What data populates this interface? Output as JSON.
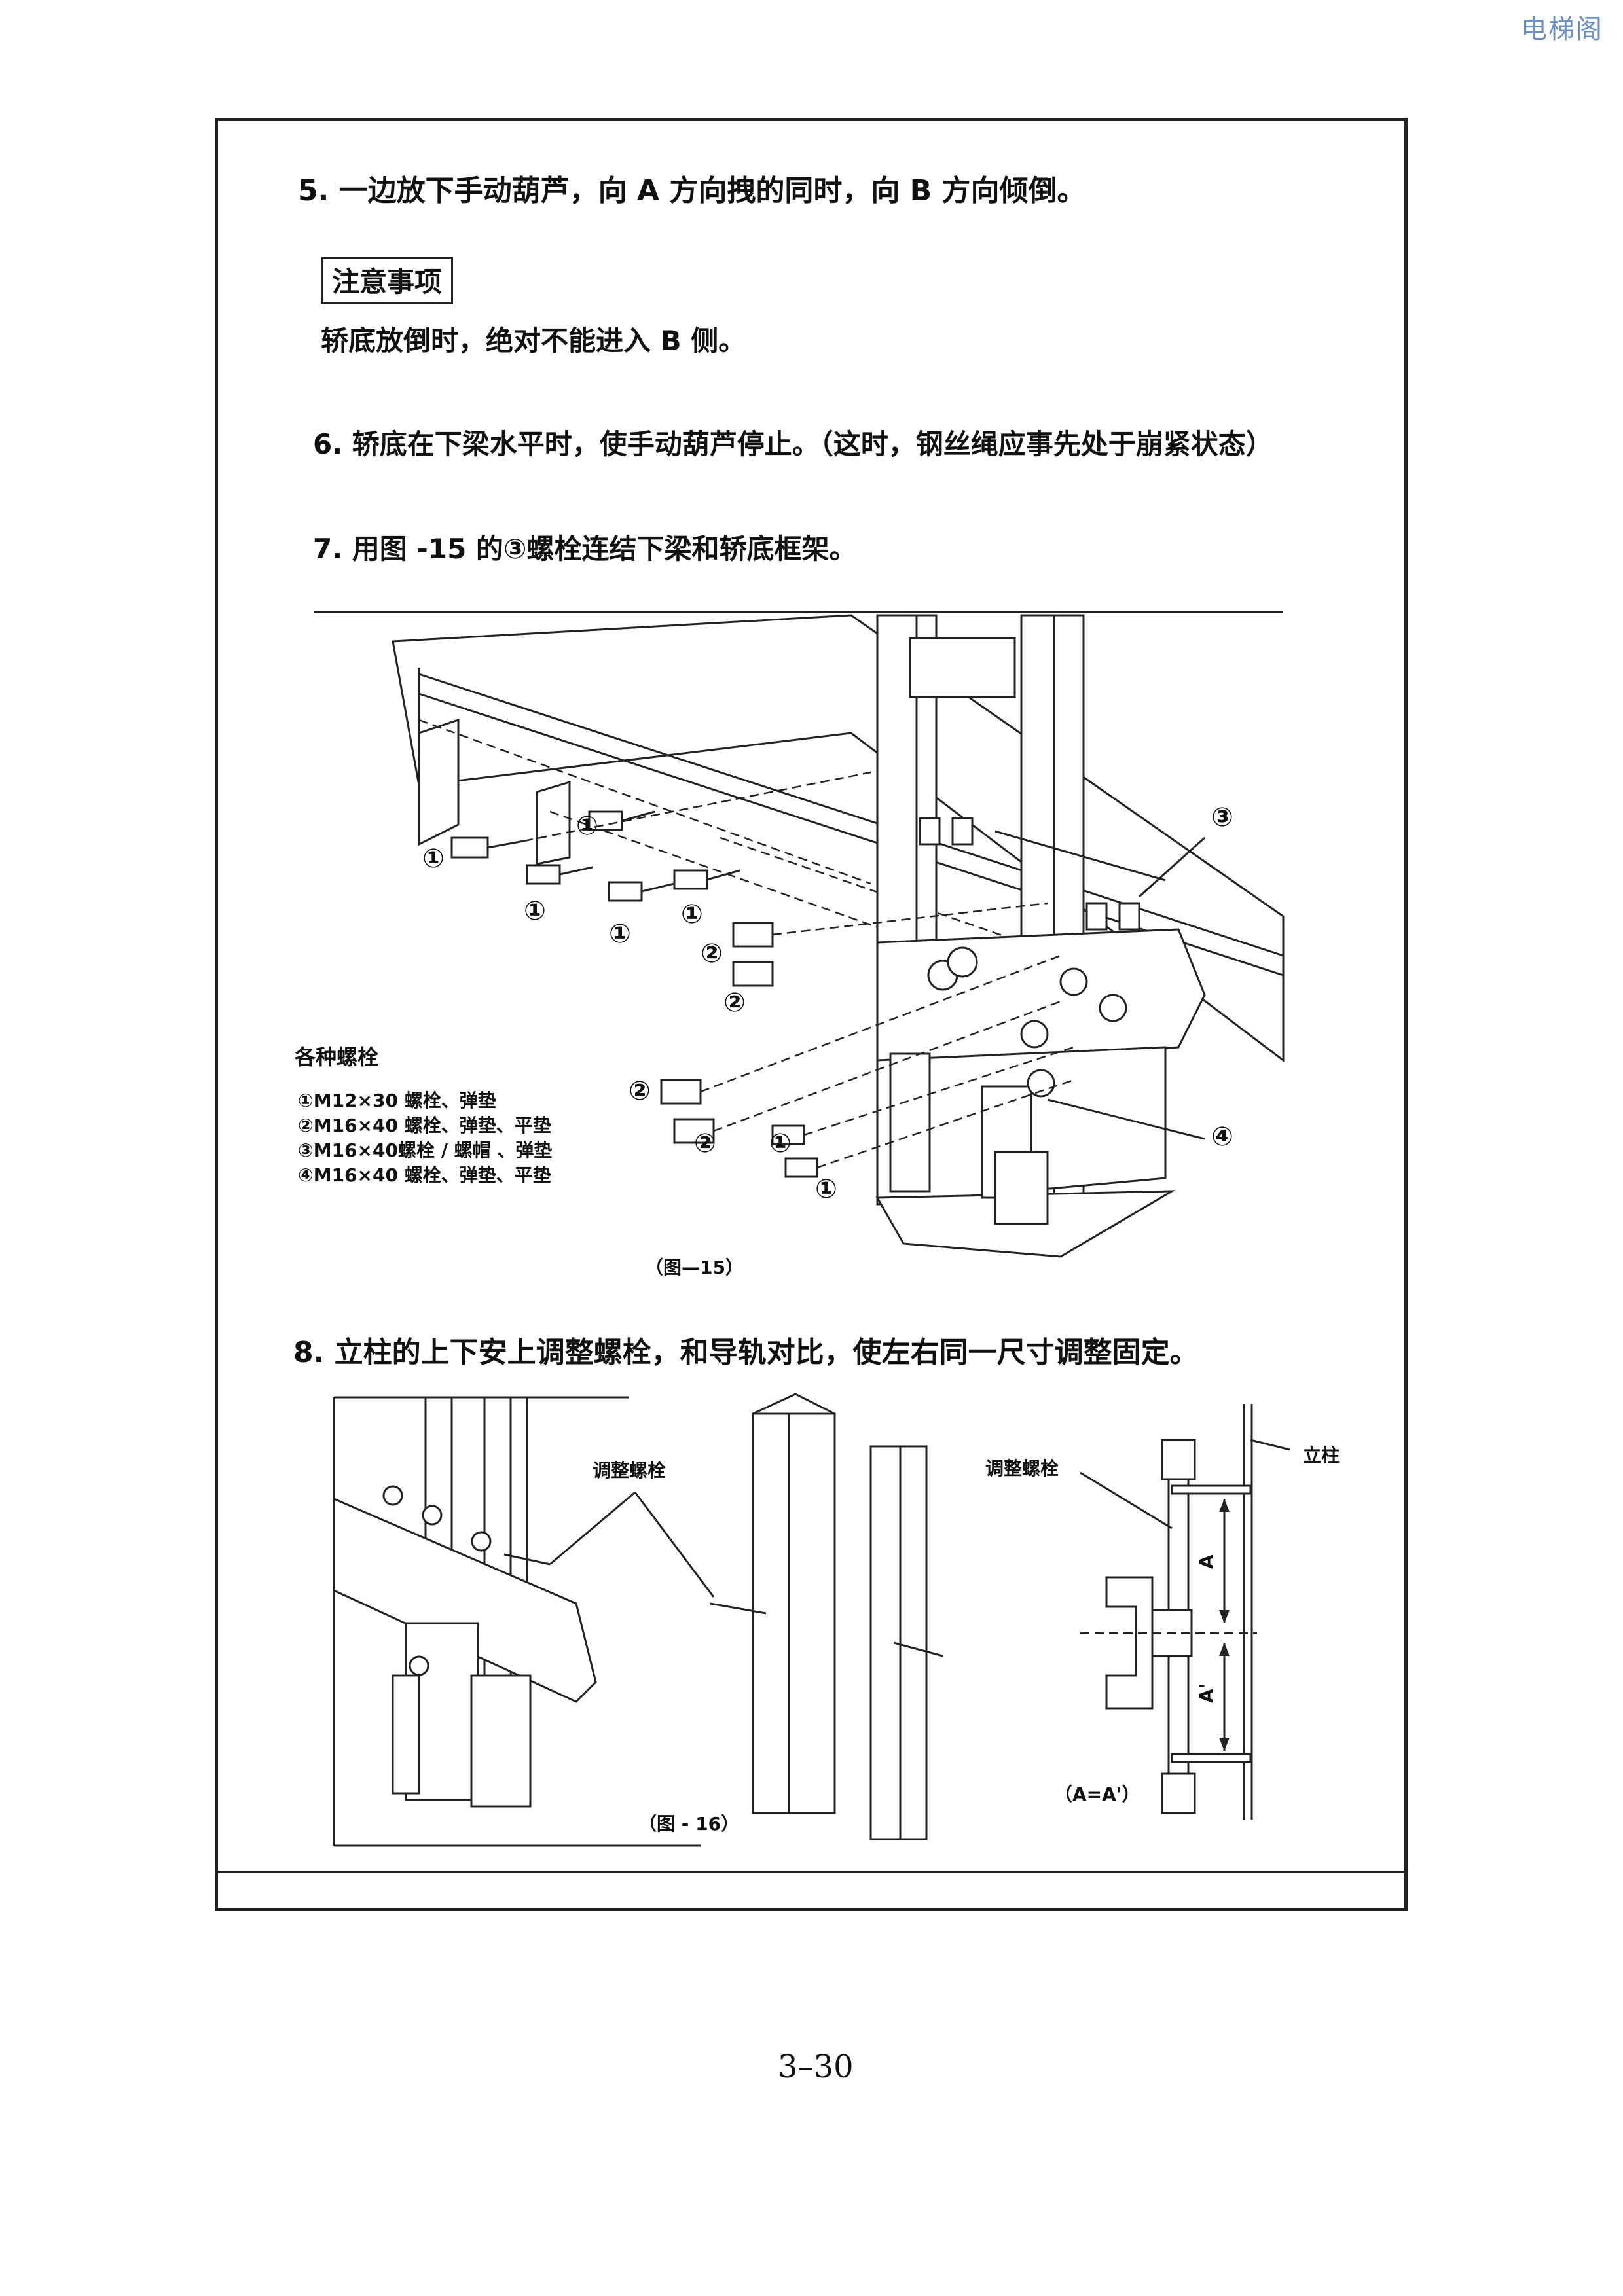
{
  "watermark": "电梯阁",
  "steps": {
    "step5": "5. 一边放下手动葫芦，向 A 方向拽的同时，向 B 方向倾倒。",
    "notice_title": "注意事项",
    "notice_text": "轿底放倒时，绝对不能进入 B 侧。",
    "step6": "6. 轿底在下梁水平时，使手动葫芦停止。（这时，钢丝绳应事先处于崩紧状态）",
    "step7": "7. 用图 -15 的③螺栓连结下梁和轿底框架。",
    "step8": "8. 立柱的上下安上调整螺栓，和导轨对比，使左右同一尺寸调整固定。"
  },
  "figure15": {
    "caption": "（图—15）",
    "legend_title": "各种螺栓",
    "legend_items": [
      "①M12×30 螺栓、弹垫",
      "②M16×40 螺栓、弹垫、平垫",
      "③M16×40螺栓 / 螺帽 、弹垫",
      "④M16×40 螺栓、弹垫、平垫"
    ],
    "callout_1": "①",
    "callout_2": "②",
    "callout_3": "③",
    "callout_4": "④"
  },
  "figure16": {
    "caption": "（图 - 16）",
    "label_adjust_bolt_left": "调整螺栓",
    "label_adjust_bolt_right": "调整螺栓",
    "label_column": "立柱",
    "label_a": "A",
    "label_a_prime": "A'",
    "label_equation": "（A=A'）"
  },
  "page_number": "3–30"
}
